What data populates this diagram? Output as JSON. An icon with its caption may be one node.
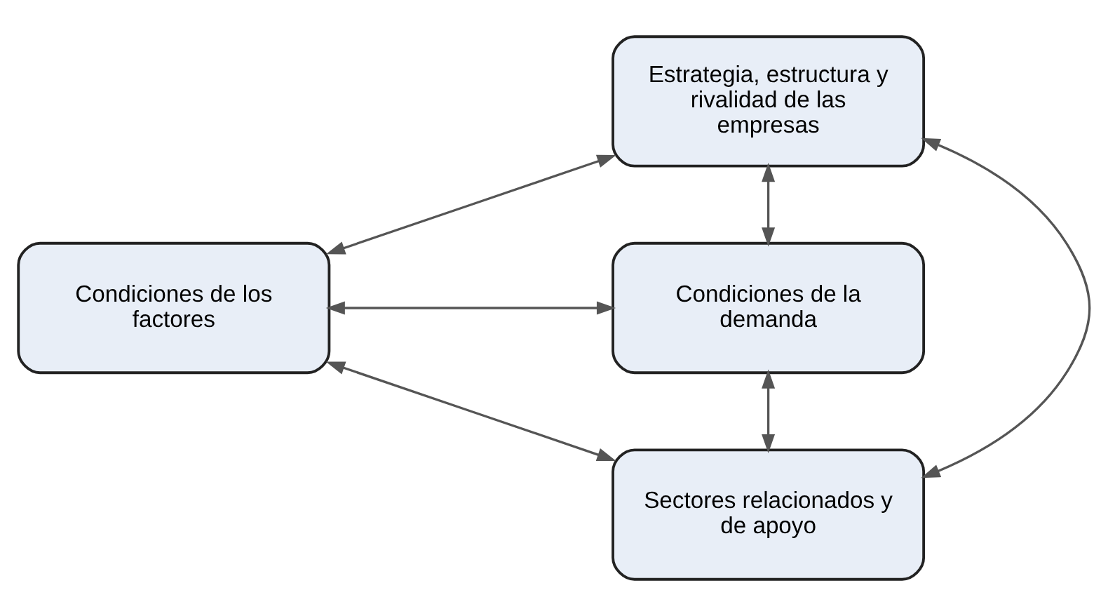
{
  "diagram": {
    "nodes": [
      {
        "text": [
          "Estrategia, estructura y rivalidad de las empresas"
        ]
      },
      {
        "text": [
          "Condiciones de los factores"
        ]
      },
      {
        "text": [
          "Condiciones de la demanda"
        ]
      },
      {
        "text": [
          "Sectores relacionados y de apoyo"
        ]
      }
    ],
    "edges": [
      {
        "from": 0,
        "to": 1,
        "arrow": "both"
      },
      {
        "from": 0,
        "to": 2,
        "arrow": "both"
      },
      {
        "from": 0,
        "to": 3,
        "arrow": "both"
      },
      {
        "from": 1,
        "to": 2,
        "arrow": "both"
      },
      {
        "from": 1,
        "to": 3,
        "arrow": "both"
      },
      {
        "from": 2,
        "to": 3,
        "arrow": "both"
      }
    ]
  }
}
